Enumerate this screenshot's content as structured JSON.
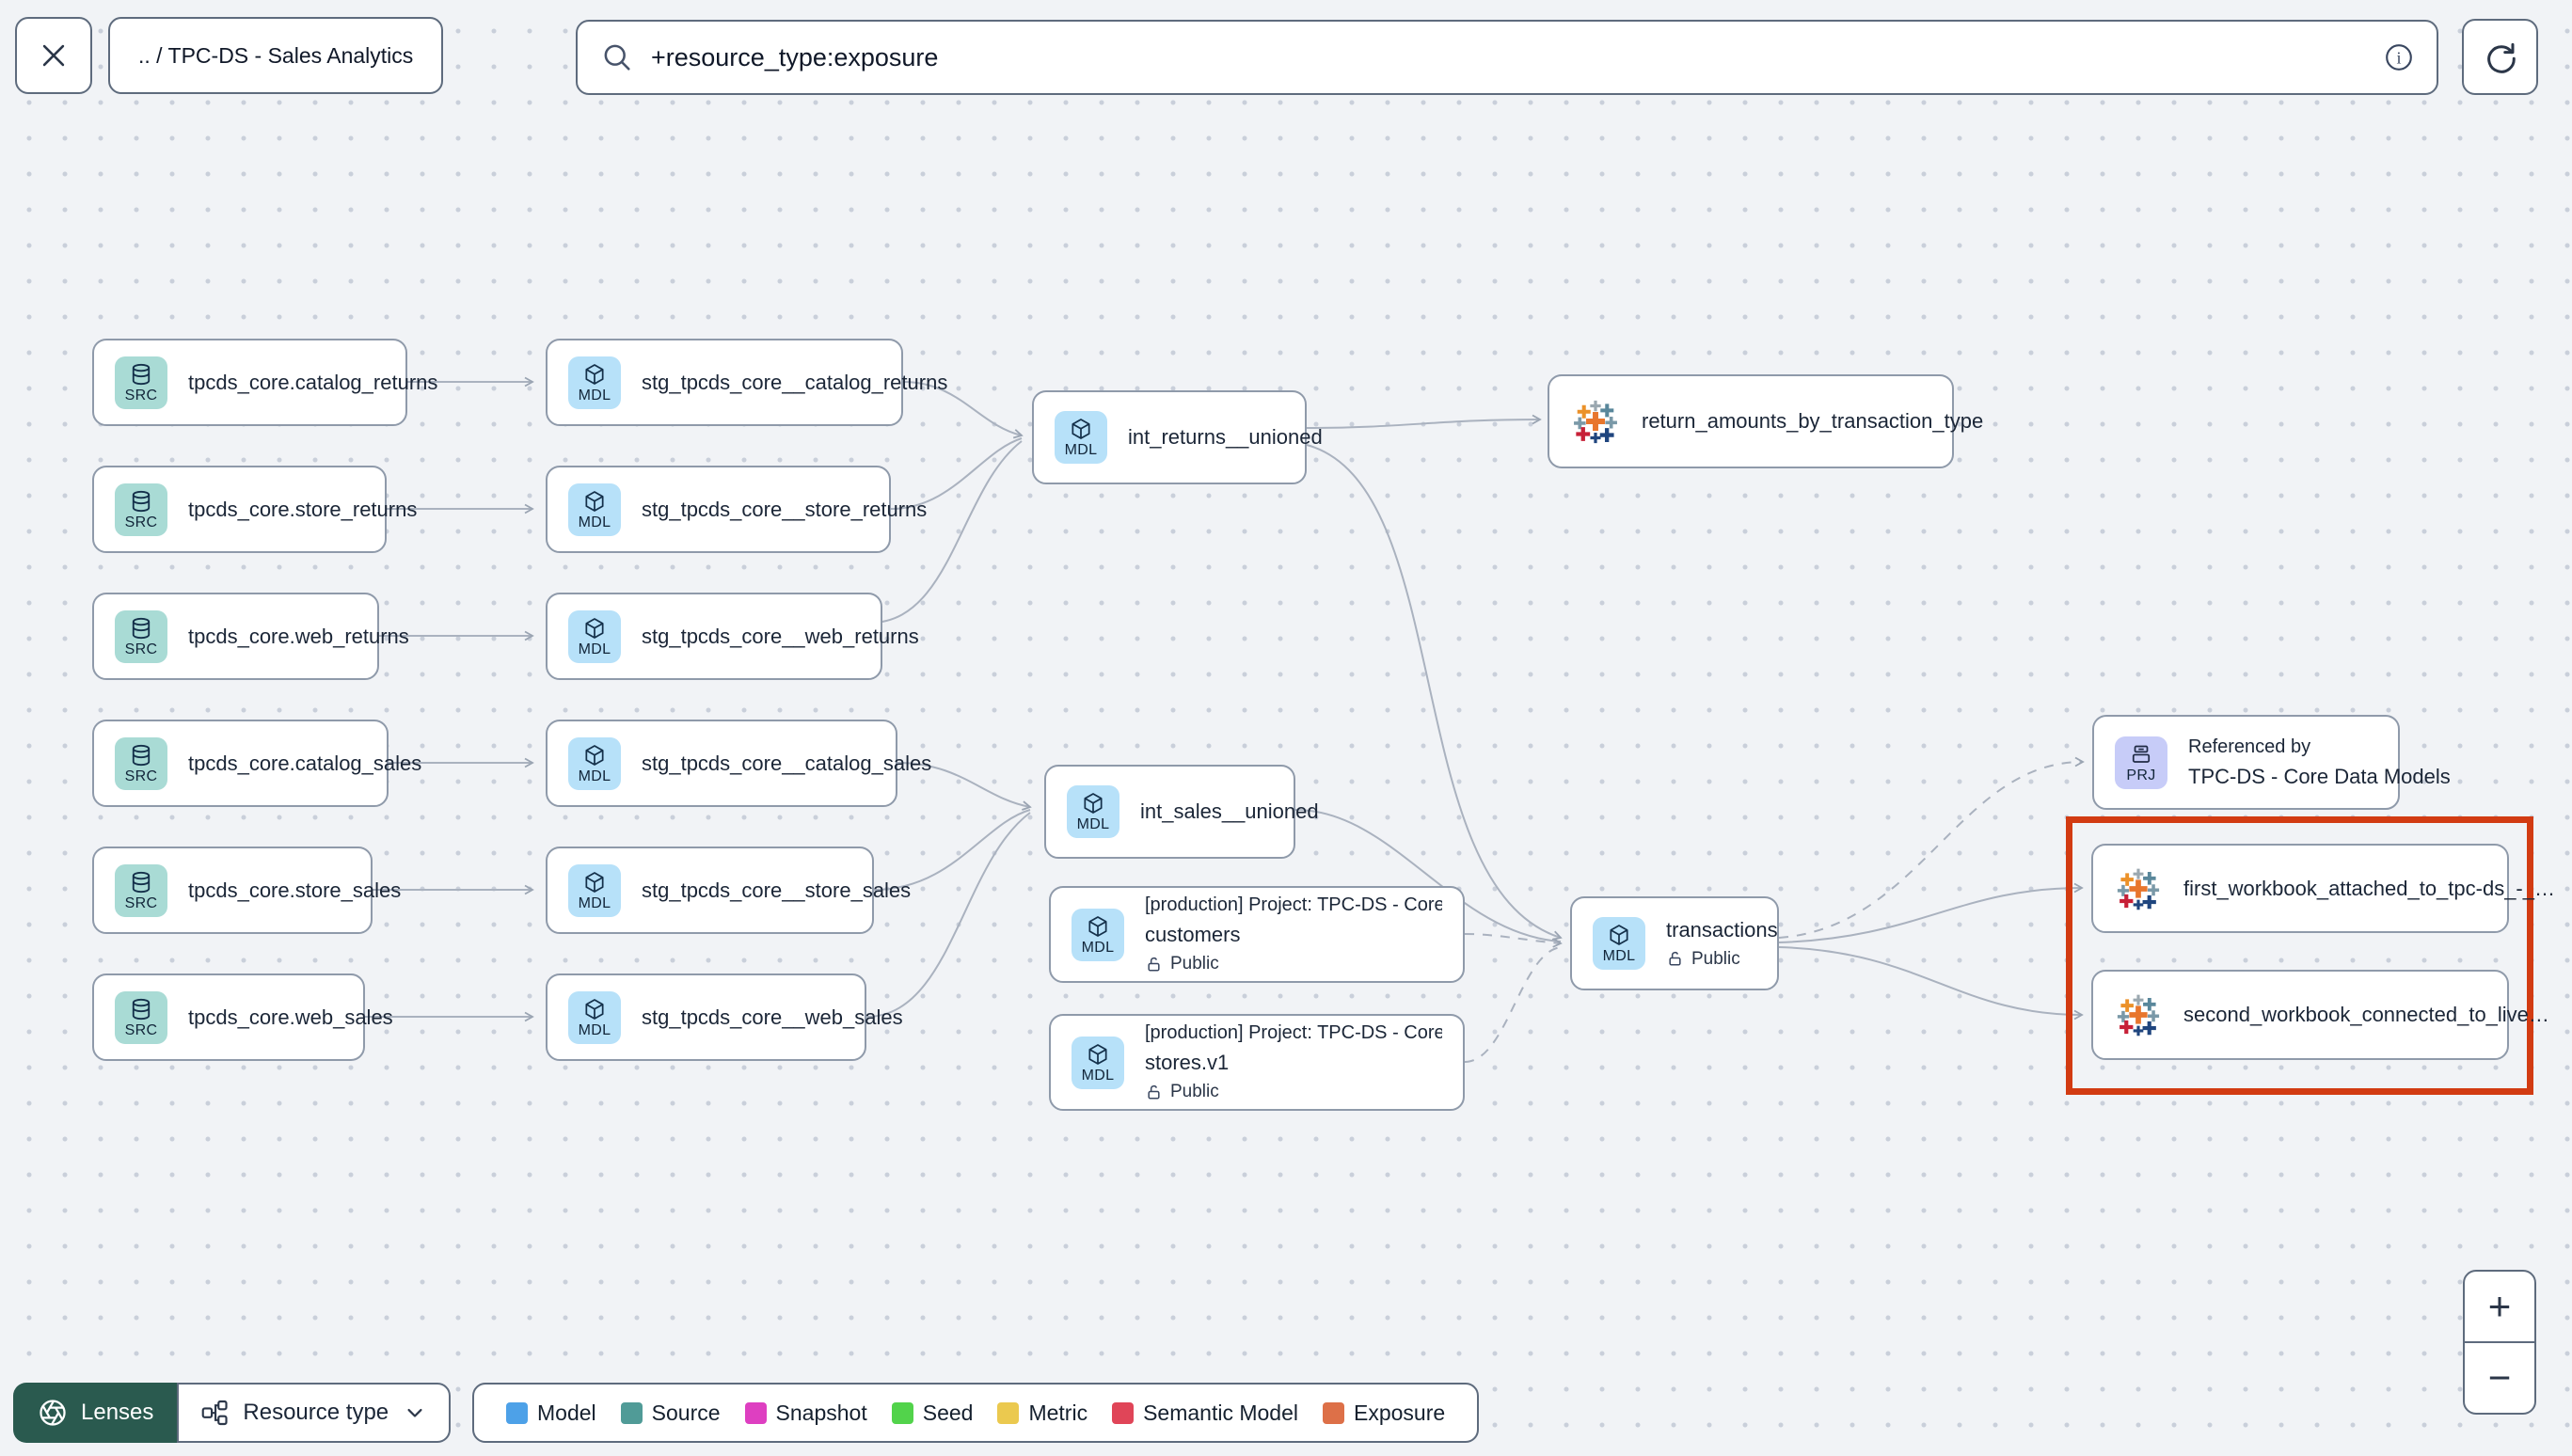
{
  "toolbar": {
    "breadcrumb": ".. / TPC-DS - Sales Analytics",
    "search_value": "+resource_type:exposure"
  },
  "graph": {
    "nodes": [
      {
        "badge": "SRC",
        "label": "tpcds_core.catalog_returns"
      },
      {
        "badge": "SRC",
        "label": "tpcds_core.store_returns"
      },
      {
        "badge": "SRC",
        "label": "tpcds_core.web_returns"
      },
      {
        "badge": "SRC",
        "label": "tpcds_core.catalog_sales"
      },
      {
        "badge": "SRC",
        "label": "tpcds_core.store_sales"
      },
      {
        "badge": "SRC",
        "label": "tpcds_core.web_sales"
      },
      {
        "badge": "MDL",
        "label": "stg_tpcds_core__catalog_returns"
      },
      {
        "badge": "MDL",
        "label": "stg_tpcds_core__store_returns"
      },
      {
        "badge": "MDL",
        "label": "stg_tpcds_core__web_returns"
      },
      {
        "badge": "MDL",
        "label": "stg_tpcds_core__catalog_sales"
      },
      {
        "badge": "MDL",
        "label": "stg_tpcds_core__store_sales"
      },
      {
        "badge": "MDL",
        "label": "stg_tpcds_core__web_sales"
      },
      {
        "badge": "MDL",
        "label": "int_returns__unioned"
      },
      {
        "badge": "MDL",
        "label": "int_sales__unioned"
      },
      {
        "label": "return_amounts_by_transaction_type"
      },
      {
        "badge": "MDL",
        "suplabel": "[production] Project: TPC-DS - Core Data Mo…",
        "label": "customers",
        "visibility": "Public"
      },
      {
        "badge": "MDL",
        "suplabel": "[production] Project: TPC-DS - Core Data Mo…",
        "label": "stores.v1",
        "visibility": "Public"
      },
      {
        "badge": "MDL",
        "label": "transactions",
        "visibility": "Public"
      },
      {
        "badge": "PRJ",
        "suplabel": "Referenced by",
        "label": "TPC-DS - Core Data Models"
      },
      {
        "label": "first_workbook_attached_to_tpc-ds_-_…"
      },
      {
        "label": "second_workbook_connected_to_live…"
      }
    ]
  },
  "legend": {
    "items": [
      {
        "label": "Model",
        "color": "#4DA1E8"
      },
      {
        "label": "Source",
        "color": "#509B97"
      },
      {
        "label": "Snapshot",
        "color": "#DE3FC1"
      },
      {
        "label": "Seed",
        "color": "#52D34B"
      },
      {
        "label": "Metric",
        "color": "#EBC94F"
      },
      {
        "label": "Semantic Model",
        "color": "#E04558"
      },
      {
        "label": "Exposure",
        "color": "#DD7048"
      }
    ]
  },
  "controls": {
    "lenses": "Lenses",
    "resource_type": "Resource type",
    "zoom_in": "+",
    "zoom_out": "−"
  }
}
